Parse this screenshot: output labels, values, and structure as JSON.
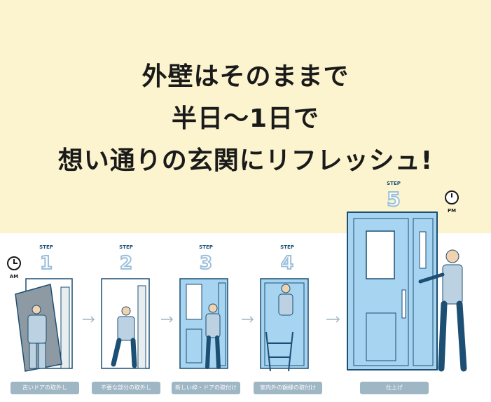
{
  "headline": {
    "line1": "外壁はそのままで",
    "line2": "半日〜1日で",
    "line3": "想い通りの玄関にリフレッシュ!"
  },
  "clock": {
    "start": "AM",
    "end": "PM"
  },
  "step_word": "STEP",
  "steps": [
    {
      "number": "1",
      "caption": "古いドアの取外し"
    },
    {
      "number": "2",
      "caption": "不要な部分の取外し"
    },
    {
      "number": "3",
      "caption": "新しい枠・ドアの取付け"
    },
    {
      "number": "4",
      "caption": "室内外の額縁の取付け"
    },
    {
      "number": "5",
      "caption": "仕上げ"
    }
  ],
  "colors": {
    "banner": "#fbf4cf",
    "door": "#a7d4f0",
    "caption_bg": "#9fb6c4",
    "outline": "#1c4f73"
  }
}
